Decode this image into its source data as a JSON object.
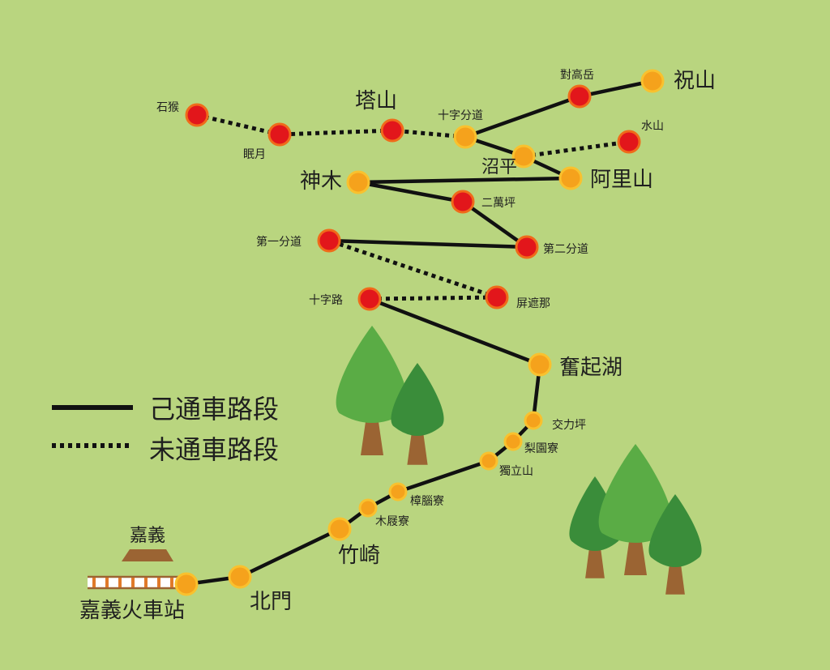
{
  "map": {
    "colors": {
      "background": "#b9d57f",
      "open_line": "#111111",
      "station_major": "#f5a21c",
      "station_minor": "#e2161b",
      "station_outline": "#f9c12e",
      "tree_light": "#5aac45",
      "tree_dark": "#3a8d3a",
      "trunk": "#9b6433",
      "station_roof": "#9b6433"
    },
    "legend": {
      "open_label": "己通車路段",
      "closed_label": "未通車路段"
    },
    "city_label": "嘉義",
    "stations": [
      {
        "id": "jiayi",
        "name": "嘉義火車站",
        "type": "major"
      },
      {
        "id": "beimen",
        "name": "北門",
        "type": "major"
      },
      {
        "id": "zhuqi",
        "name": "竹崎",
        "type": "major"
      },
      {
        "id": "mululiao",
        "name": "木屐寮",
        "type": "major"
      },
      {
        "id": "zhangnaoliao",
        "name": "樟腦寮",
        "type": "major"
      },
      {
        "id": "dulishan",
        "name": "獨立山",
        "type": "major"
      },
      {
        "id": "liyuanliao",
        "name": "梨園寮",
        "type": "major"
      },
      {
        "id": "jiaoliping",
        "name": "交力坪",
        "type": "major"
      },
      {
        "id": "fenqihu",
        "name": "奮起湖",
        "type": "major"
      },
      {
        "id": "shizilu",
        "name": "十字路",
        "type": "minor"
      },
      {
        "id": "pingzhena",
        "name": "屏遮那",
        "type": "minor"
      },
      {
        "id": "diyifendao",
        "name": "第一分道",
        "type": "minor"
      },
      {
        "id": "dierfendao",
        "name": "第二分道",
        "type": "minor"
      },
      {
        "id": "erwanping",
        "name": "二萬坪",
        "type": "minor"
      },
      {
        "id": "shenmu",
        "name": "神木",
        "type": "major"
      },
      {
        "id": "alishan",
        "name": "阿里山",
        "type": "major"
      },
      {
        "id": "zhaoping",
        "name": "沼平",
        "type": "major"
      },
      {
        "id": "shuishan",
        "name": "水山",
        "type": "minor"
      },
      {
        "id": "shizifendao",
        "name": "十字分道",
        "type": "major"
      },
      {
        "id": "duigaoyue",
        "name": "對高岳",
        "type": "minor"
      },
      {
        "id": "zhushan",
        "name": "祝山",
        "type": "major"
      },
      {
        "id": "tashan",
        "name": "塔山",
        "type": "minor"
      },
      {
        "id": "mianyue",
        "name": "眠月",
        "type": "minor"
      },
      {
        "id": "shihou",
        "name": "石猴",
        "type": "minor"
      }
    ],
    "open_segments": [
      [
        "jiayi",
        "beimen"
      ],
      [
        "beimen",
        "zhuqi"
      ],
      [
        "zhuqi",
        "mululiao"
      ],
      [
        "mululiao",
        "zhangnaoliao"
      ],
      [
        "zhangnaoliao",
        "dulishan"
      ],
      [
        "dulishan",
        "liyuanliao"
      ],
      [
        "liyuanliao",
        "jiaoliping"
      ],
      [
        "jiaoliping",
        "fenqihu"
      ],
      [
        "fenqihu",
        "shizilu"
      ],
      [
        "diyifendao",
        "dierfendao"
      ],
      [
        "dierfendao",
        "erwanping"
      ],
      [
        "erwanping",
        "shenmu"
      ],
      [
        "shenmu",
        "alishan"
      ],
      [
        "alishan",
        "zhaoping"
      ],
      [
        "zhaoping",
        "shizifendao"
      ],
      [
        "shizifendao",
        "duigaoyue"
      ],
      [
        "duigaoyue",
        "zhushan"
      ]
    ],
    "closed_segments": [
      [
        "shizilu",
        "pingzhena"
      ],
      [
        "pingzhena",
        "diyifendao"
      ],
      [
        "zhaoping",
        "shuishan"
      ],
      [
        "shizifendao",
        "tashan"
      ],
      [
        "tashan",
        "mianyue"
      ],
      [
        "mianyue",
        "shihou"
      ]
    ]
  }
}
